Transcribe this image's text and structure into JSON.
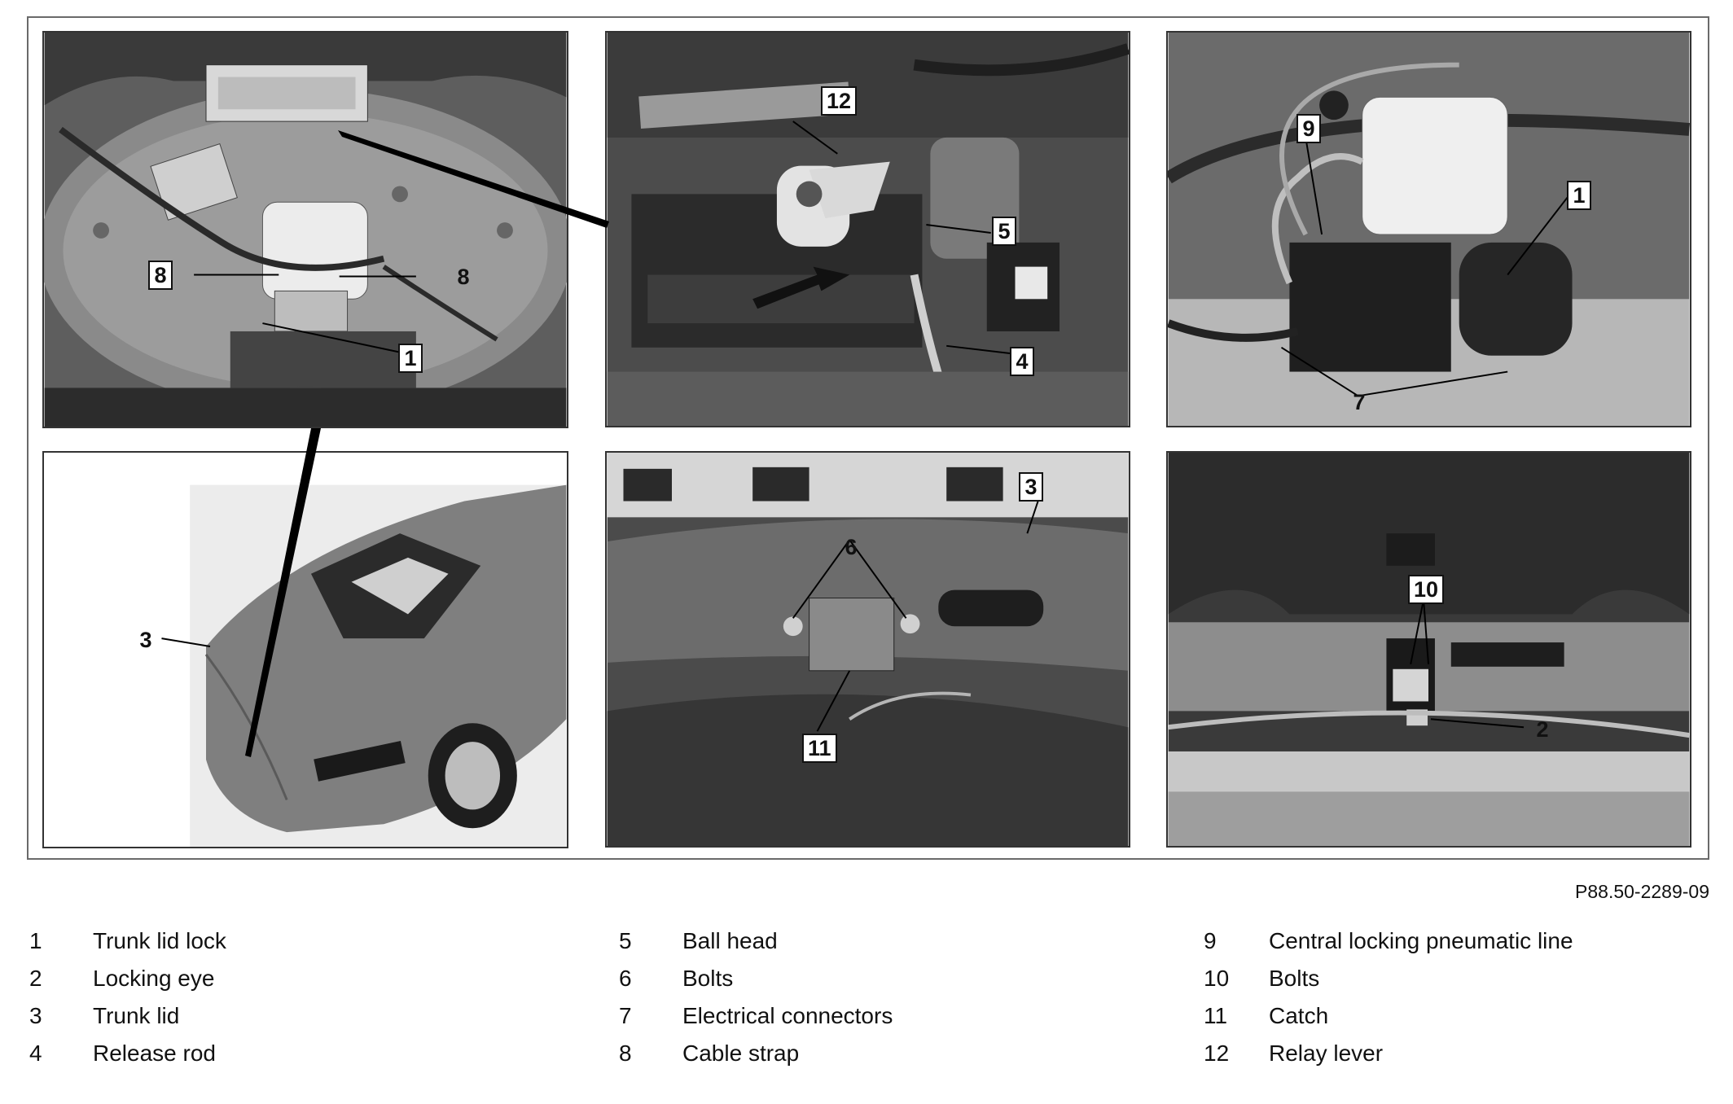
{
  "figure_ref": "P88.50-2289-09",
  "callouts": {
    "p1": [
      "8",
      "8",
      "1"
    ],
    "p2": [
      "12",
      "5",
      "4"
    ],
    "p3": [
      "9",
      "1",
      "7"
    ],
    "p4": [
      "3"
    ],
    "p5": [
      "3",
      "6",
      "11"
    ],
    "p6": [
      "10",
      "2"
    ]
  },
  "legend": [
    {
      "num": "1",
      "label": "Trunk lid lock"
    },
    {
      "num": "2",
      "label": "Locking eye"
    },
    {
      "num": "3",
      "label": "Trunk lid"
    },
    {
      "num": "4",
      "label": "Release rod"
    },
    {
      "num": "5",
      "label": "Ball head"
    },
    {
      "num": "6",
      "label": "Bolts"
    },
    {
      "num": "7",
      "label": "Electrical connectors"
    },
    {
      "num": "8",
      "label": "Cable strap"
    },
    {
      "num": "9",
      "label": "Central locking pneumatic line"
    },
    {
      "num": "10",
      "label": "Bolts"
    },
    {
      "num": "11",
      "label": "Catch"
    },
    {
      "num": "12",
      "label": "Relay lever"
    }
  ]
}
